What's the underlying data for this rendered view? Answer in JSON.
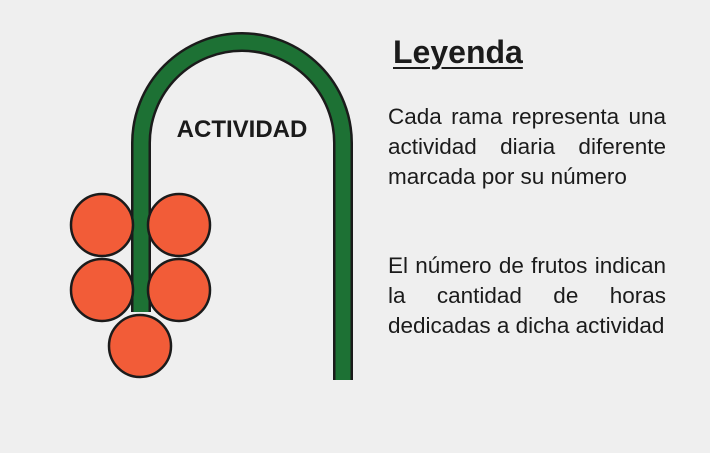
{
  "diagram": {
    "branch_label": "ACTIVIDAD",
    "fruit_count": 5,
    "colors": {
      "branch": "#1d7134",
      "fruit": "#f25c38",
      "outline": "#1b1b1b",
      "background": "#efefef"
    }
  },
  "legend": {
    "title": "Leyenda",
    "paragraph_1": "Cada rama representa una actividad diaria diferente marcada por su número",
    "paragraph_2": "El número de frutos indican la cantidad de horas dedicadas a dicha actividad"
  }
}
